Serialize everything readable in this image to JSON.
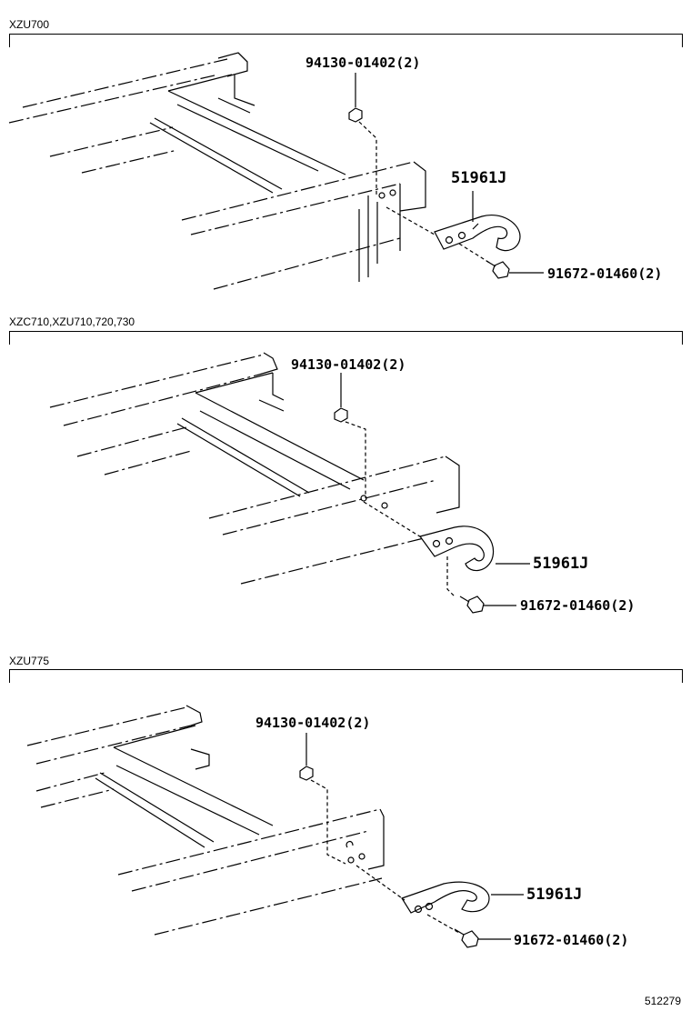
{
  "sections": [
    {
      "label": "XZU700",
      "parts": {
        "nut": "94130-01402(2)",
        "hook": "51961J",
        "bolt": "91672-01460(2)"
      }
    },
    {
      "label": "XZC710,XZU710,720,730",
      "parts": {
        "nut": "94130-01402(2)",
        "hook": "51961J",
        "bolt": "91672-01460(2)"
      }
    },
    {
      "label": "XZU775",
      "parts": {
        "nut": "94130-01402(2)",
        "hook": "51961J",
        "bolt": "91672-01460(2)"
      }
    }
  ],
  "figure_id": "512279"
}
